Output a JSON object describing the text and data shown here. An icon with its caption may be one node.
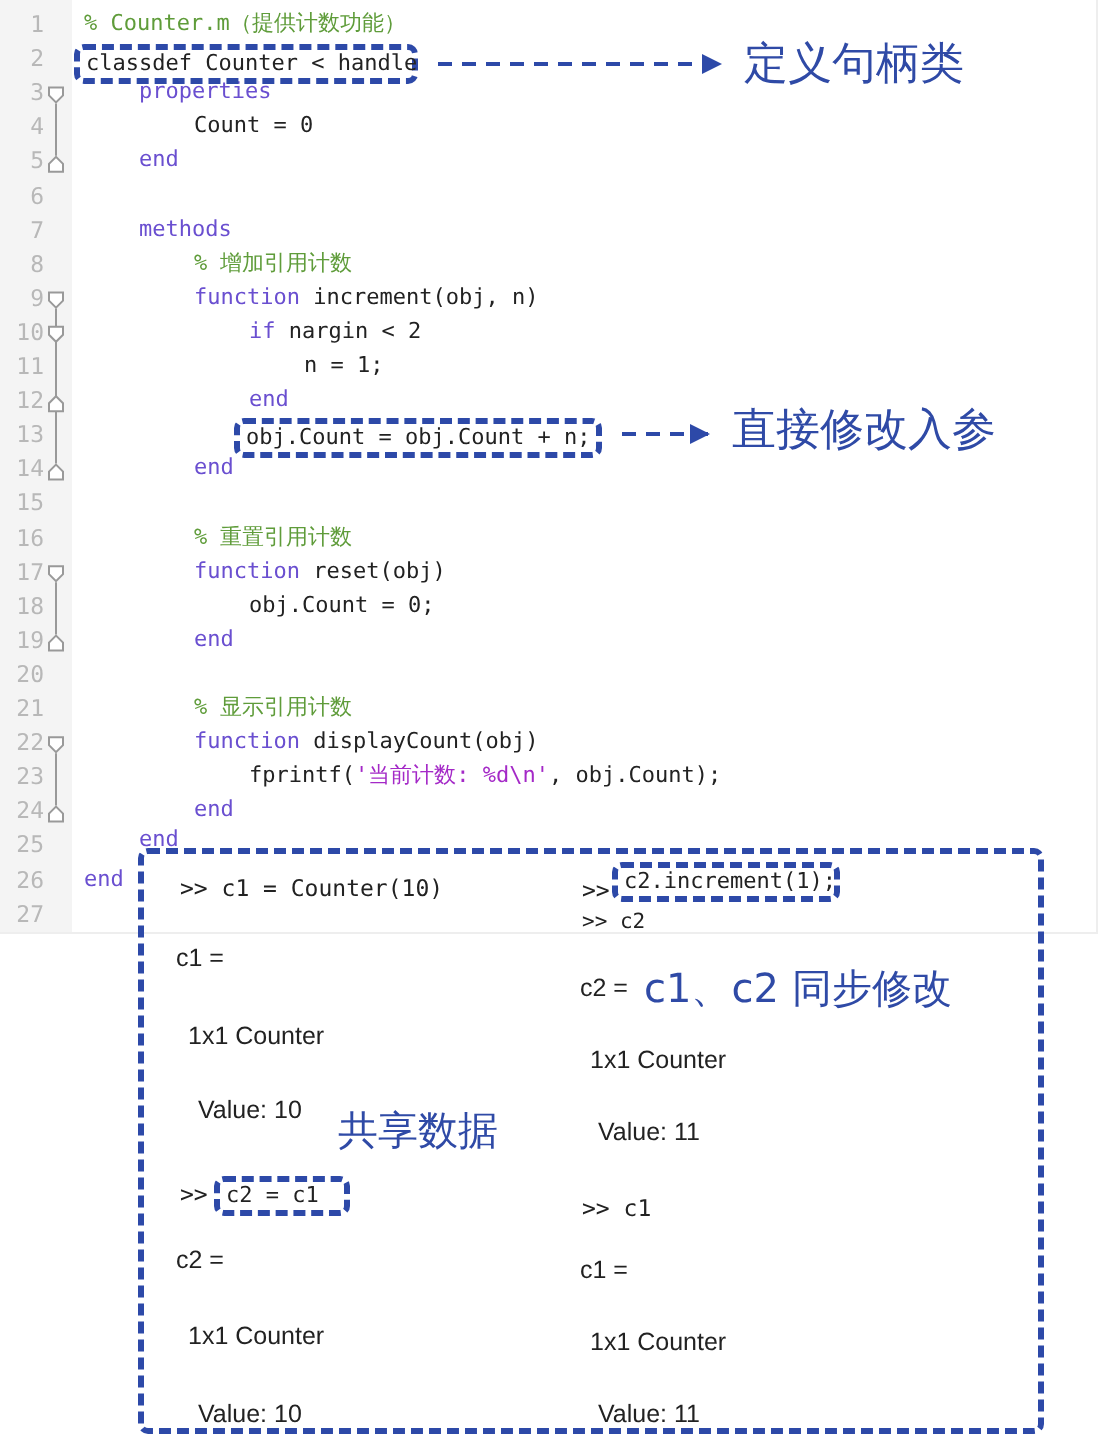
{
  "diagram": {
    "nodes": [
      {
        "text": [
          "classdef Counter < handle"
        ]
      },
      {
        "text": [
          "定义句柄类"
        ]
      },
      {
        "text": [
          "obj.Count = obj.Count + n;"
        ]
      },
      {
        "text": [
          "直接修改入参"
        ]
      },
      {
        "text": [
          ">> c1 = Counter(10)",
          "c1 =",
          "1x1 Counter",
          "Value: 10",
          ">>",
          "c2 =",
          "1x1 Counter",
          "Value: 10",
          ">>",
          ">> c2",
          "c2 =",
          "1x1 Counter",
          "Value: 11",
          ">> c1",
          "c1 =",
          "1x1 Counter",
          "Value: 11",
          "共享数据",
          "c1、c2 同步修改"
        ]
      },
      {
        "text": [
          "c2 = c1"
        ],
        "in": 4
      },
      {
        "text": [
          "c2.increment(1);"
        ],
        "in": 4
      }
    ],
    "edges": [
      {
        "from": 0,
        "to": 1,
        "arrow": "to",
        "style": "dashed"
      },
      {
        "from": 2,
        "to": 3,
        "arrow": "to",
        "style": "dashed"
      }
    ],
    "labels": [
      "1",
      "% Counter.m（提供计数功能）",
      "2",
      "3",
      "properties",
      "4",
      "Count = 0",
      "5",
      "end",
      "6",
      "7",
      "methods",
      "8",
      "% 增加引用计数",
      "9",
      "function increment(obj, n)",
      "10",
      "if nargin < 2",
      "11",
      "n = 1;",
      "12",
      "end",
      "13",
      "14",
      "end",
      "15",
      "16",
      "% 重置引用计数",
      "17",
      "function reset(obj)",
      "18",
      "obj.Count = 0;",
      "19",
      "end",
      "20",
      "21",
      "% 显示引用计数",
      "22",
      "function displayCount(obj)",
      "23",
      "fprintf('当前计数: %d\\n', obj.Count);",
      "24",
      "end",
      "25",
      "end",
      "26",
      "end",
      "27"
    ]
  }
}
